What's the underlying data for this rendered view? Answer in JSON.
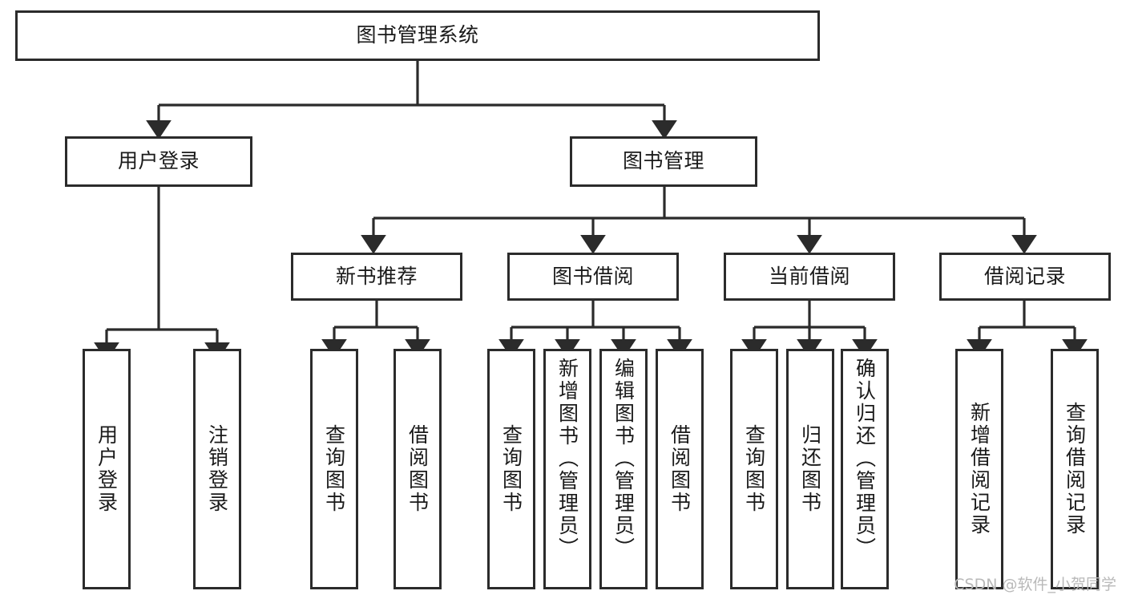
{
  "diagram": {
    "type": "tree",
    "title": "图书管理系统",
    "orientation": "top-down",
    "colors": {
      "box_border": "#2b2b2b",
      "box_fill": "#ffffff",
      "link": "#2b2b2b",
      "text": "#1a1a1a",
      "watermark": "#b9b9b9"
    },
    "root": {
      "id": "root",
      "label": "图书管理系统"
    },
    "level2": [
      {
        "id": "user-login",
        "label": "用户登录"
      },
      {
        "id": "book-manage",
        "label": "图书管理"
      }
    ],
    "level3": [
      {
        "id": "new-book-recommend",
        "label": "新书推荐",
        "parent": "book-manage"
      },
      {
        "id": "book-borrow",
        "label": "图书借阅",
        "parent": "book-manage"
      },
      {
        "id": "current-borrow",
        "label": "当前借阅",
        "parent": "book-manage"
      },
      {
        "id": "borrow-record",
        "label": "借阅记录",
        "parent": "book-manage"
      }
    ],
    "leaves": [
      {
        "id": "leaf-user-login",
        "label": "用户登录",
        "parent": "user-login"
      },
      {
        "id": "leaf-user-logout",
        "label": "注销登录",
        "parent": "user-login"
      },
      {
        "id": "leaf-query-book-1",
        "label": "查询图书",
        "parent": "new-book-recommend"
      },
      {
        "id": "leaf-borrow-book-1",
        "label": "借阅图书",
        "parent": "new-book-recommend"
      },
      {
        "id": "leaf-query-book-2",
        "label": "查询图书",
        "parent": "book-borrow"
      },
      {
        "id": "leaf-add-book",
        "label": "新增图书（管理员）",
        "parent": "book-borrow"
      },
      {
        "id": "leaf-edit-book",
        "label": "编辑图书（管理员）",
        "parent": "book-borrow"
      },
      {
        "id": "leaf-borrow-book-2",
        "label": "借阅图书",
        "parent": "book-borrow"
      },
      {
        "id": "leaf-query-book-3",
        "label": "查询图书",
        "parent": "current-borrow"
      },
      {
        "id": "leaf-return-book",
        "label": "归还图书",
        "parent": "current-borrow"
      },
      {
        "id": "leaf-confirm-return",
        "label": "确认归还（管理员）",
        "parent": "current-borrow"
      },
      {
        "id": "leaf-add-record",
        "label": "新增借阅记录",
        "parent": "borrow-record"
      },
      {
        "id": "leaf-query-record",
        "label": "查询借阅记录",
        "parent": "borrow-record"
      }
    ]
  },
  "watermark": {
    "text": "CSDN @软件_小贺同学"
  }
}
